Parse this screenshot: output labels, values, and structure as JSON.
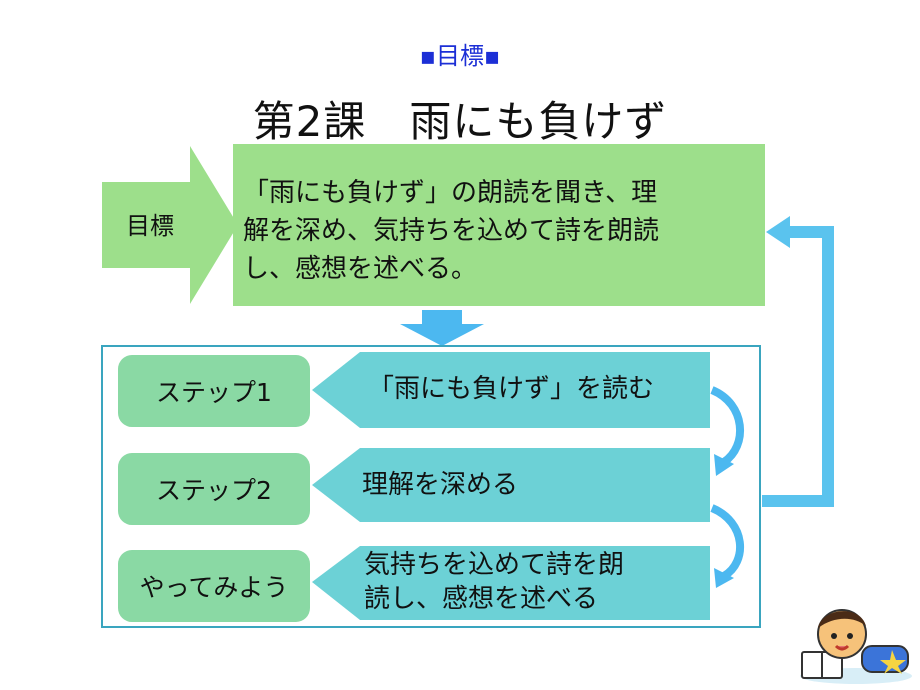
{
  "header": {
    "label": "▪目標▪",
    "title": "第2課　雨にも負けず"
  },
  "goal": {
    "label": "目標",
    "text_lines": [
      "「雨にも負けず」の朗読を聞き、理",
      "解を深め、気持ちを込めて詩を朗読",
      "し、感想を述べる。"
    ]
  },
  "steps": [
    {
      "label": "ステップ1",
      "content_lines": [
        "「雨にも負けず」を読む"
      ]
    },
    {
      "label": "ステップ2",
      "content_lines": [
        "理解を深める"
      ]
    },
    {
      "label": "やってみよう",
      "content_lines": [
        "気持ちを込めて詩を朗",
        "読し、感想を述べる"
      ]
    }
  ],
  "colors": {
    "goal_box": "#9ddf8b",
    "step_label": "#8ad9a4",
    "step_content": "#6cd1d6",
    "header_text": "#1c2fd6",
    "down_arrow": "#4cb8f0",
    "frame_border": "#3aa5bf",
    "loop_arrow": "#5ac3ee"
  },
  "icons": {
    "goal_arrow": "chevron-arrow-right",
    "down_arrow": "arrow-down-icon",
    "curved_arrows": "curved-arrow-down-icon",
    "loop_arrow": "return-arrow-icon",
    "illustration": "reading-kid-illustration"
  }
}
